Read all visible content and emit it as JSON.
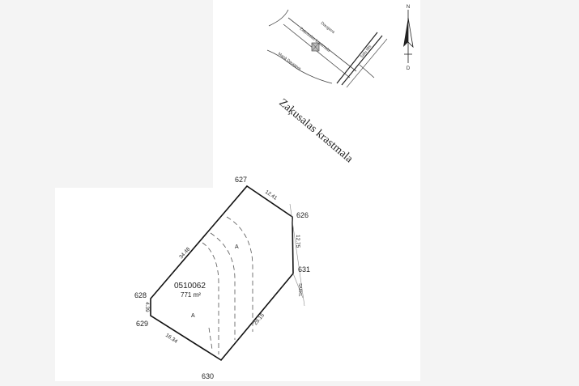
{
  "map": {
    "street_main": "Zaķusalas krastmala",
    "inset": {
      "north_label": "N",
      "south_label": "D",
      "labels": [
        "Daugava",
        "Zaķusalas krastmala",
        "Mazā Daugava",
        "Salu tilts"
      ]
    },
    "parcel": {
      "cadastral_id": "0510062",
      "area": "771 m²",
      "zone_labels": [
        "A",
        "A"
      ],
      "points": [
        "627",
        "626",
        "631",
        "628",
        "629",
        "630"
      ],
      "side_lengths": [
        "12.41",
        "12.75",
        "34.48",
        "29.15",
        "4.39",
        "16.34"
      ],
      "edge_note": "SARKL"
    }
  }
}
